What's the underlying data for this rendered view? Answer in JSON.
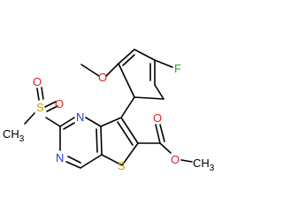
{
  "colors": {
    "bond": "#000000",
    "carbon_label": "#000000",
    "nitrogen": "#1f3fd0",
    "oxygen": "#e02020",
    "sulfur": "#c8a000",
    "fluorine": "#2aa02a",
    "background": "#ffffff"
  },
  "atoms": {
    "fluorine": "F",
    "methoxy_o": "O",
    "sulfonyl_s": "S",
    "sulfonyl_o_top": "O",
    "sulfonyl_o_right": "O",
    "methyl_s": "CH",
    "methyl_s_sub": "3",
    "pyrimidine_n_top": "N",
    "pyrimidine_n_bottom": "N",
    "thiophene_s": "S",
    "carbonyl_o": "O",
    "ester_o": "O",
    "ester_methyl": "CH",
    "ester_methyl_sub": "3"
  }
}
